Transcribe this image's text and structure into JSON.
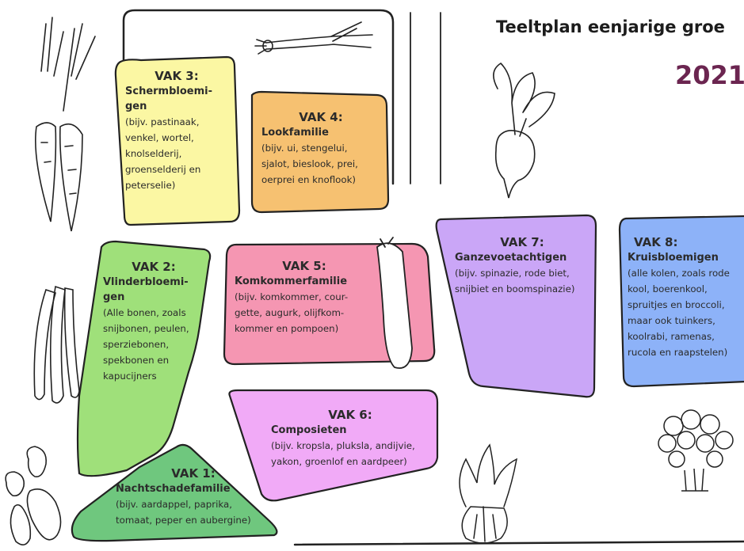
{
  "header": {
    "title": "Teeltplan eenjarige groe",
    "year": "2021"
  },
  "beds": [
    {
      "id": "vak3",
      "label": "VAK 3:",
      "family": "Schermbloemi-\ngen",
      "examples": "(bijv. pastinaak,\nvenkel, wortel,\nknolselderij,\ngroenselderij en\npeterselie)",
      "color": "#fbf7a3"
    },
    {
      "id": "vak4",
      "label": "VAK 4:",
      "family": "Lookfamilie",
      "examples": "(bijv. ui, stengelui,\nsjalot, bieslook, prei,\noerprei en knoflook)",
      "color": "#f6c171"
    },
    {
      "id": "vak2",
      "label": "VAK 2:",
      "family": "Vlinderbloemi-\ngen",
      "examples": "(Alle bonen, zoals\nsnijbonen, peulen,\nsperziebonen,\nspekbonen en\nkapucijners",
      "color": "#9fe07a"
    },
    {
      "id": "vak5",
      "label": "VAK 5:",
      "family": "Komkommerfamilie",
      "examples": "(bijv. komkommer, cour-\ngette, augurk, olijfkom-\nkommer en pompoen)",
      "color": "#f596b2"
    },
    {
      "id": "vak7",
      "label": "VAK 7:",
      "family": "Ganzevoetachtigen",
      "examples": "(bijv.  spinazie, rode biet,\nsnijbiet en boomspinazie)",
      "color": "#caa6f7"
    },
    {
      "id": "vak8",
      "label": "VAK 8:",
      "family": "Kruisbloemigen",
      "examples": "(alle kolen, zoals rode\nkool, boerenkool,\nspruitjes en broccoli,\nmaar ook tuinkers,\nkoolrabi, ramenas,\nrucola en raapstelen)",
      "color": "#8db2f8"
    },
    {
      "id": "vak6",
      "label": "VAK 6:",
      "family": "Composieten",
      "examples": "(bijv. kropsla, pluksla, andijvie,\nyakon, groenlof en aardpeer)",
      "color": "#f1aaf7"
    },
    {
      "id": "vak1",
      "label": "VAK 1:",
      "family": "Nachtschadefamilie",
      "examples": "(bijv. aardappel, paprika,\ntomaat, peper en aubergine)",
      "color": "#6fc77e"
    }
  ],
  "illustrations": [
    "leek-icon",
    "carrots-icon",
    "beet-icon",
    "beans-icon",
    "cucumber-icon",
    "potatoes-icon",
    "lettuce-icon",
    "broccoli-icon"
  ]
}
